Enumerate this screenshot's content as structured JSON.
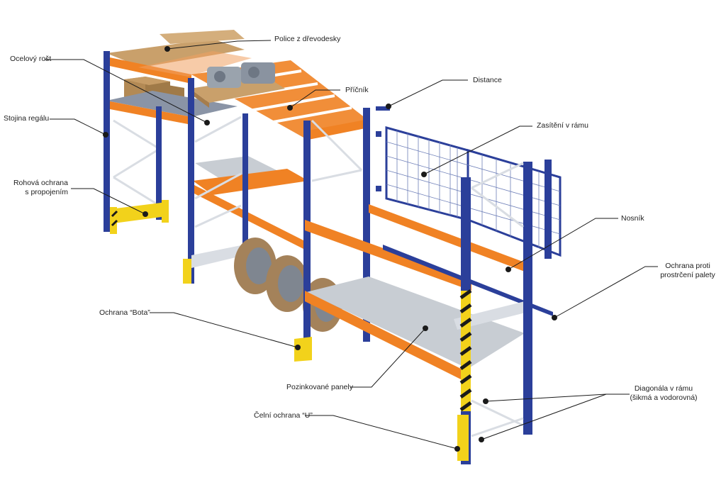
{
  "colors": {
    "upright": "#2b3f9a",
    "upright_dark": "#1c2a70",
    "beam": "#f08224",
    "beam_dark": "#c9651a",
    "brace": "#d9dde3",
    "panel": "#c8cdd3",
    "mesh": "#6e7fb8",
    "wood": "#c9a06b",
    "box": "#b38a55",
    "guard": "#f2d21b",
    "black": "#1a1a1a",
    "leader": "#1a1a1a",
    "spool": "#a4825a"
  },
  "icons": [
    "rack-illustration"
  ],
  "labels": {
    "police": "Police z dřevodesky",
    "ocelovy_rost": "Ocelový rošt",
    "pricnik": "Příčník",
    "distance": "Distance",
    "stojina": "Stojina regálu",
    "zasiteni": "Zasítění v rámu",
    "rohova_1": "Rohová ochrana",
    "rohova_2": "s propojením",
    "nosnik": "Nosník",
    "ochrana_proti_1": "Ochrana proti",
    "ochrana_proti_2": "prostrčení palety",
    "bota": "Ochrana “Bota”",
    "pozinkovane": "Pozinkované panely",
    "diagonala_1": "Diagonála v rámu",
    "diagonala_2": "(šikmá a vodorovná)",
    "celni": "Čelní ochrana “U”"
  }
}
